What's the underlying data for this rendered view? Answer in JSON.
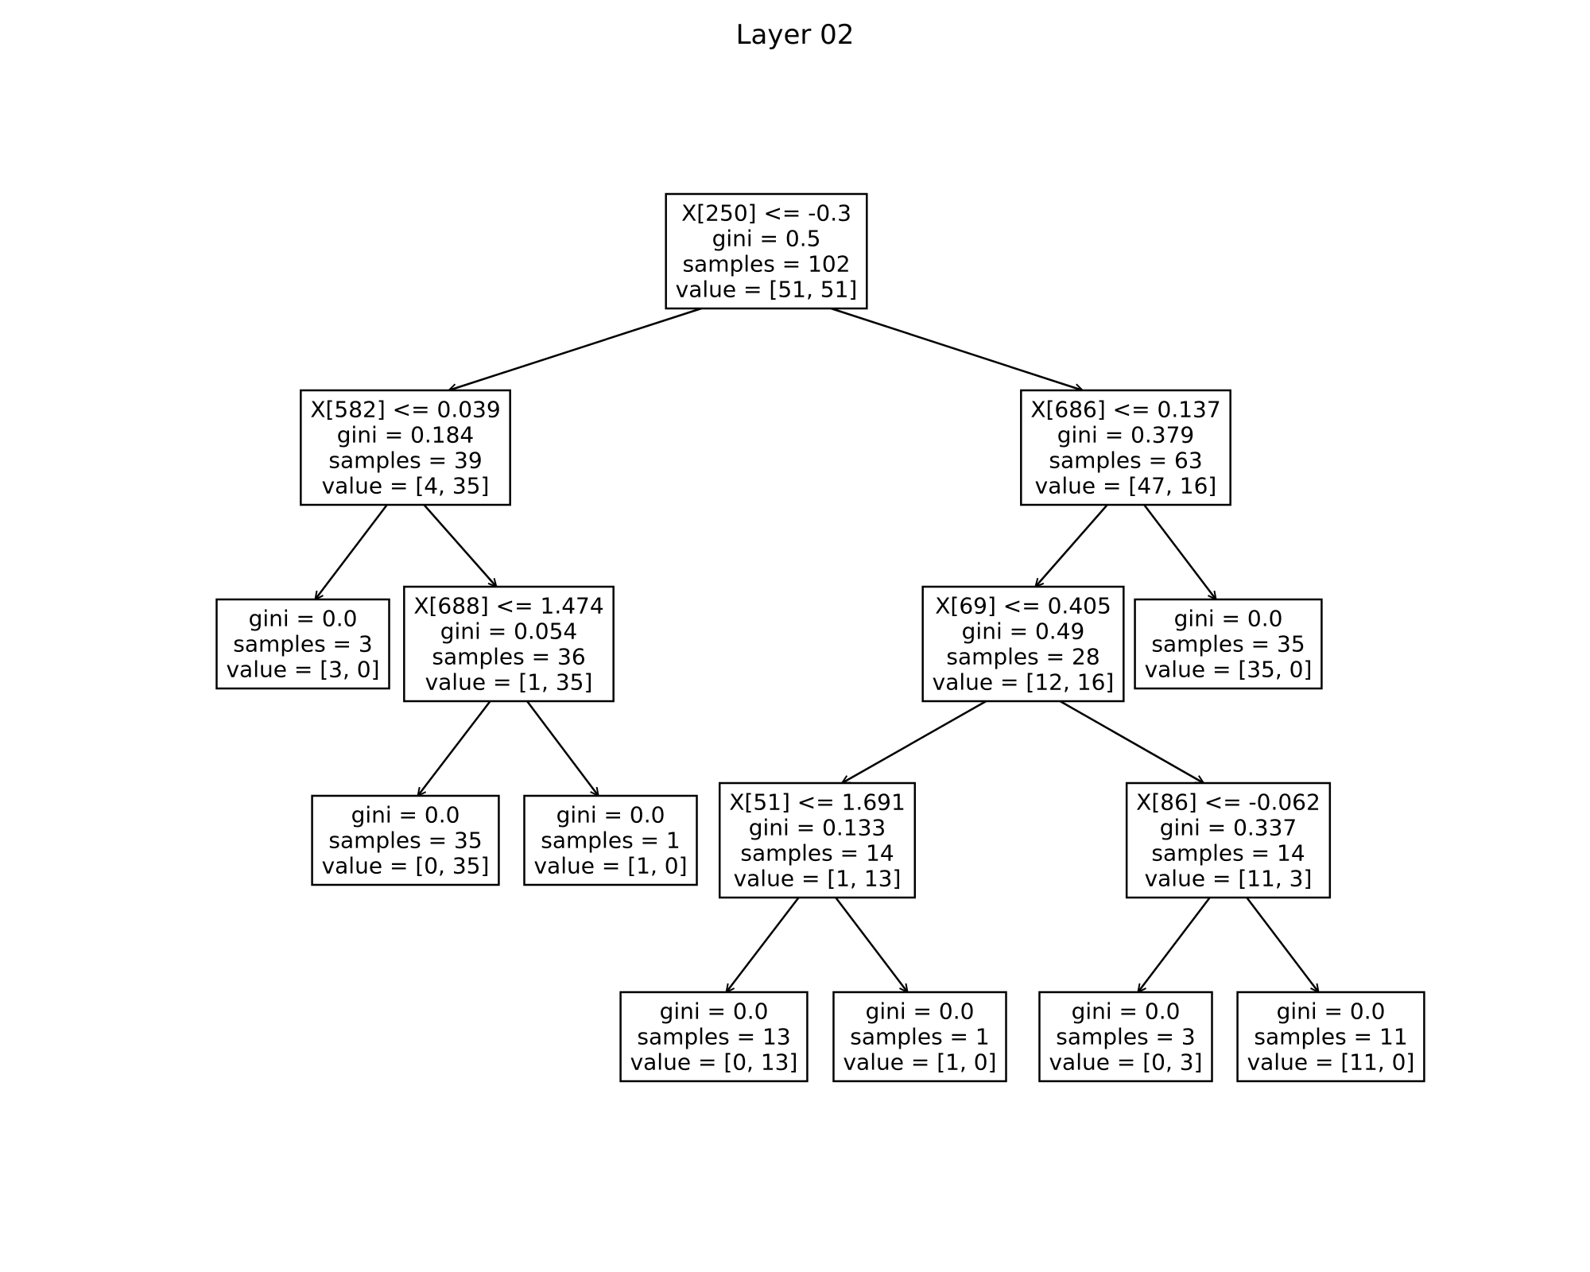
{
  "title": "Layer 02",
  "colors": {
    "background": "#ffffff",
    "stroke": "#000000",
    "text": "#000000"
  },
  "tree": {
    "nodes": [
      {
        "id": "n0",
        "lines": [
          "X[250] <= -0.3",
          "gini = 0.5",
          "samples = 102",
          "value = [51, 51]"
        ]
      },
      {
        "id": "n1",
        "lines": [
          "X[582] <= 0.039",
          "gini = 0.184",
          "samples = 39",
          "value = [4, 35]"
        ]
      },
      {
        "id": "n2",
        "lines": [
          "gini = 0.0",
          "samples = 3",
          "value = [3, 0]"
        ]
      },
      {
        "id": "n3",
        "lines": [
          "X[688] <= 1.474",
          "gini = 0.054",
          "samples = 36",
          "value = [1, 35]"
        ]
      },
      {
        "id": "n4",
        "lines": [
          "gini = 0.0",
          "samples = 35",
          "value = [0, 35]"
        ]
      },
      {
        "id": "n5",
        "lines": [
          "gini = 0.0",
          "samples = 1",
          "value = [1, 0]"
        ]
      },
      {
        "id": "n6",
        "lines": [
          "X[686] <= 0.137",
          "gini = 0.379",
          "samples = 63",
          "value = [47, 16]"
        ]
      },
      {
        "id": "n7",
        "lines": [
          "X[69] <= 0.405",
          "gini = 0.49",
          "samples = 28",
          "value = [12, 16]"
        ]
      },
      {
        "id": "n8",
        "lines": [
          "X[51] <= 1.691",
          "gini = 0.133",
          "samples = 14",
          "value = [1, 13]"
        ]
      },
      {
        "id": "n9",
        "lines": [
          "gini = 0.0",
          "samples = 13",
          "value = [0, 13]"
        ]
      },
      {
        "id": "n10",
        "lines": [
          "gini = 0.0",
          "samples = 1",
          "value = [1, 0]"
        ]
      },
      {
        "id": "n11",
        "lines": [
          "X[86] <= -0.062",
          "gini = 0.337",
          "samples = 14",
          "value = [11, 3]"
        ]
      },
      {
        "id": "n12",
        "lines": [
          "gini = 0.0",
          "samples = 3",
          "value = [0, 3]"
        ]
      },
      {
        "id": "n13",
        "lines": [
          "gini = 0.0",
          "samples = 11",
          "value = [11, 0]"
        ]
      },
      {
        "id": "n14",
        "lines": [
          "gini = 0.0",
          "samples = 35",
          "value = [35, 0]"
        ]
      }
    ],
    "edges": [
      {
        "from": "n0",
        "to": "n1"
      },
      {
        "from": "n0",
        "to": "n6"
      },
      {
        "from": "n1",
        "to": "n2"
      },
      {
        "from": "n1",
        "to": "n3"
      },
      {
        "from": "n3",
        "to": "n4"
      },
      {
        "from": "n3",
        "to": "n5"
      },
      {
        "from": "n6",
        "to": "n7"
      },
      {
        "from": "n6",
        "to": "n14"
      },
      {
        "from": "n7",
        "to": "n8"
      },
      {
        "from": "n7",
        "to": "n11"
      },
      {
        "from": "n8",
        "to": "n9"
      },
      {
        "from": "n8",
        "to": "n10"
      },
      {
        "from": "n11",
        "to": "n12"
      },
      {
        "from": "n11",
        "to": "n13"
      }
    ]
  }
}
